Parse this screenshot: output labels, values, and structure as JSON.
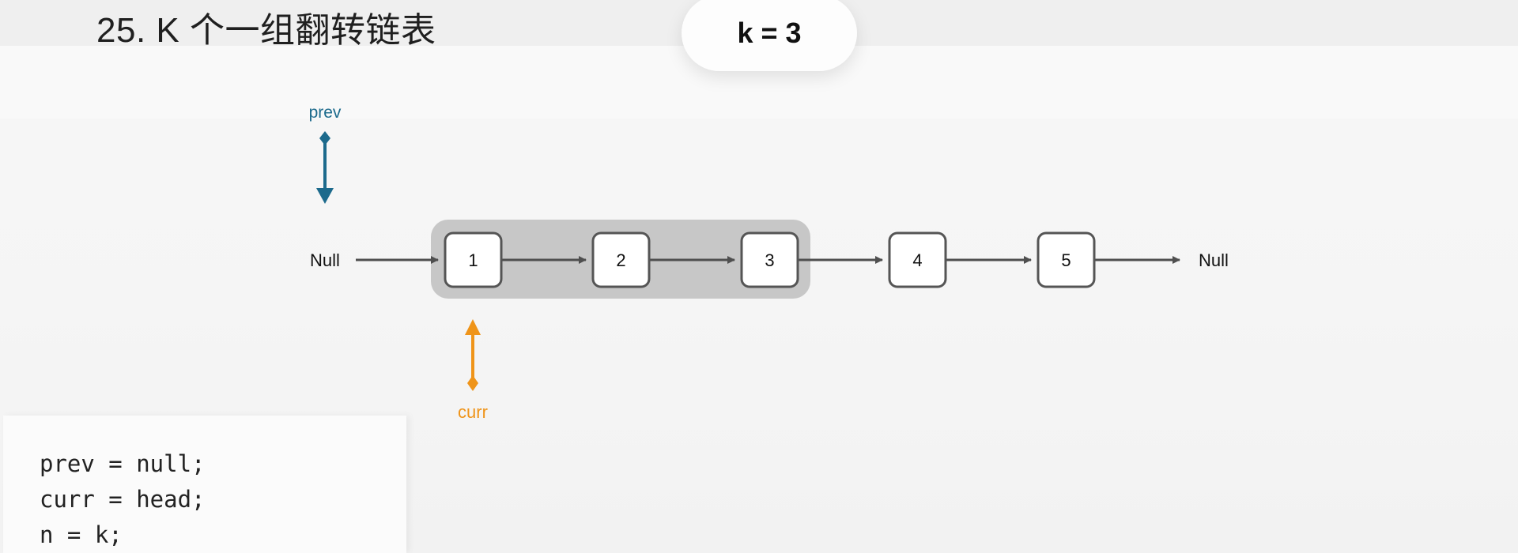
{
  "title": "25. K 个一组翻转链表",
  "k_badge": "k = 3",
  "diagram": {
    "head_null": "Null",
    "tail_null": "Null",
    "nodes": [
      "1",
      "2",
      "3",
      "4",
      "5"
    ],
    "highlighted_group": [
      "1",
      "2",
      "3"
    ],
    "pointers": {
      "prev": {
        "label": "prev",
        "color": "#1c6a8c"
      },
      "curr": {
        "label": "curr",
        "color": "#ef9419"
      }
    },
    "colors": {
      "arrow": "#4f4f4f",
      "node_border": "#555555",
      "group_highlight": "#c7c7c7"
    }
  },
  "code": {
    "lines": [
      "prev = null;",
      "curr = head;",
      "n = k;"
    ]
  }
}
